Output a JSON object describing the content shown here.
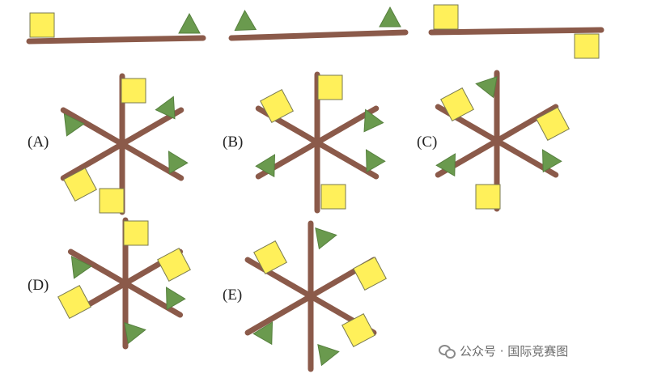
{
  "colors": {
    "rod": "#8b5a4a",
    "square": "#fff05a",
    "square_stroke": "#7a7a50",
    "triangle": "#6a9a4e",
    "triangle_stroke": "#56803e"
  },
  "shapes": [
    "yellow-square",
    "green-triangle"
  ],
  "options": {
    "A": {
      "label": "(A)"
    },
    "B": {
      "label": "(B)"
    },
    "C": {
      "label": "(C)"
    },
    "D": {
      "label": "(D)"
    },
    "E": {
      "label": "(E)"
    }
  },
  "watermark": {
    "text": "公众号 · 国际竞赛图"
  }
}
